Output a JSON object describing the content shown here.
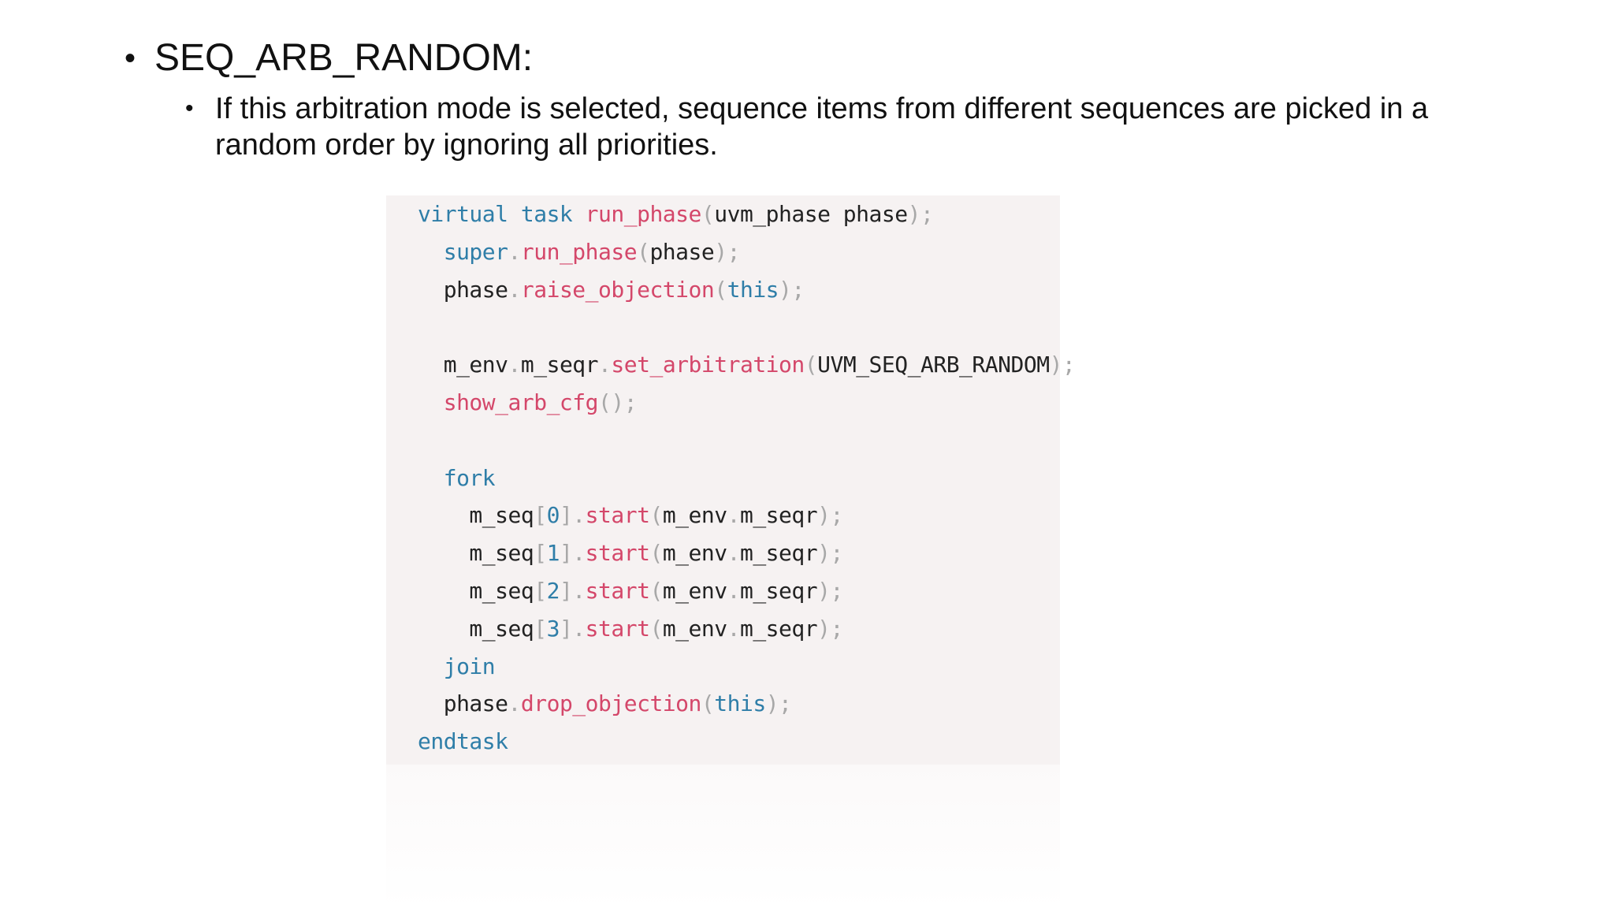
{
  "slide": {
    "bullet_main": "SEQ_ARB_RANDOM:",
    "bullet_sub": "If this arbitration mode is selected, sequence items from different sequences are picked in a random order by ignoring all priorities.",
    "bullet_symbol": "•"
  },
  "code": {
    "lines": [
      [
        {
          "t": "virtual task ",
          "c": "kw"
        },
        {
          "t": "run_phase",
          "c": "fn"
        },
        {
          "t": "(",
          "c": "pn"
        },
        {
          "t": "uvm_phase phase",
          "c": "id"
        },
        {
          "t": ");",
          "c": "pn"
        }
      ],
      [
        {
          "t": "  ",
          "c": "id"
        },
        {
          "t": "super",
          "c": "kw"
        },
        {
          "t": ".",
          "c": "pn"
        },
        {
          "t": "run_phase",
          "c": "fn"
        },
        {
          "t": "(",
          "c": "pn"
        },
        {
          "t": "phase",
          "c": "id"
        },
        {
          "t": ");",
          "c": "pn"
        }
      ],
      [
        {
          "t": "  phase",
          "c": "id"
        },
        {
          "t": ".",
          "c": "pn"
        },
        {
          "t": "raise_objection",
          "c": "fn"
        },
        {
          "t": "(",
          "c": "pn"
        },
        {
          "t": "this",
          "c": "kw"
        },
        {
          "t": ");",
          "c": "pn"
        }
      ],
      [],
      [
        {
          "t": "  m_env",
          "c": "id"
        },
        {
          "t": ".",
          "c": "pn"
        },
        {
          "t": "m_seqr",
          "c": "id"
        },
        {
          "t": ".",
          "c": "pn"
        },
        {
          "t": "set_arbitration",
          "c": "fn"
        },
        {
          "t": "(",
          "c": "pn"
        },
        {
          "t": "UVM_SEQ_ARB_RANDOM",
          "c": "id"
        },
        {
          "t": ");",
          "c": "pn"
        }
      ],
      [
        {
          "t": "  ",
          "c": "id"
        },
        {
          "t": "show_arb_cfg",
          "c": "fn"
        },
        {
          "t": "();",
          "c": "pn"
        }
      ],
      [],
      [
        {
          "t": "  ",
          "c": "id"
        },
        {
          "t": "fork",
          "c": "kw"
        }
      ],
      [
        {
          "t": "    m_seq",
          "c": "id"
        },
        {
          "t": "[",
          "c": "pn"
        },
        {
          "t": "0",
          "c": "num"
        },
        {
          "t": "].",
          "c": "pn"
        },
        {
          "t": "start",
          "c": "fn"
        },
        {
          "t": "(",
          "c": "pn"
        },
        {
          "t": "m_env",
          "c": "id"
        },
        {
          "t": ".",
          "c": "pn"
        },
        {
          "t": "m_seqr",
          "c": "id"
        },
        {
          "t": ");",
          "c": "pn"
        }
      ],
      [
        {
          "t": "    m_seq",
          "c": "id"
        },
        {
          "t": "[",
          "c": "pn"
        },
        {
          "t": "1",
          "c": "num"
        },
        {
          "t": "].",
          "c": "pn"
        },
        {
          "t": "start",
          "c": "fn"
        },
        {
          "t": "(",
          "c": "pn"
        },
        {
          "t": "m_env",
          "c": "id"
        },
        {
          "t": ".",
          "c": "pn"
        },
        {
          "t": "m_seqr",
          "c": "id"
        },
        {
          "t": ");",
          "c": "pn"
        }
      ],
      [
        {
          "t": "    m_seq",
          "c": "id"
        },
        {
          "t": "[",
          "c": "pn"
        },
        {
          "t": "2",
          "c": "num"
        },
        {
          "t": "].",
          "c": "pn"
        },
        {
          "t": "start",
          "c": "fn"
        },
        {
          "t": "(",
          "c": "pn"
        },
        {
          "t": "m_env",
          "c": "id"
        },
        {
          "t": ".",
          "c": "pn"
        },
        {
          "t": "m_seqr",
          "c": "id"
        },
        {
          "t": ");",
          "c": "pn"
        }
      ],
      [
        {
          "t": "    m_seq",
          "c": "id"
        },
        {
          "t": "[",
          "c": "pn"
        },
        {
          "t": "3",
          "c": "num"
        },
        {
          "t": "].",
          "c": "pn"
        },
        {
          "t": "start",
          "c": "fn"
        },
        {
          "t": "(",
          "c": "pn"
        },
        {
          "t": "m_env",
          "c": "id"
        },
        {
          "t": ".",
          "c": "pn"
        },
        {
          "t": "m_seqr",
          "c": "id"
        },
        {
          "t": ");",
          "c": "pn"
        }
      ],
      [
        {
          "t": "  ",
          "c": "id"
        },
        {
          "t": "join",
          "c": "kw"
        }
      ],
      [
        {
          "t": "  phase",
          "c": "id"
        },
        {
          "t": ".",
          "c": "pn"
        },
        {
          "t": "drop_objection",
          "c": "fn"
        },
        {
          "t": "(",
          "c": "pn"
        },
        {
          "t": "this",
          "c": "kw"
        },
        {
          "t": ");",
          "c": "pn"
        }
      ],
      [
        {
          "t": "endtask",
          "c": "kw"
        }
      ]
    ]
  }
}
